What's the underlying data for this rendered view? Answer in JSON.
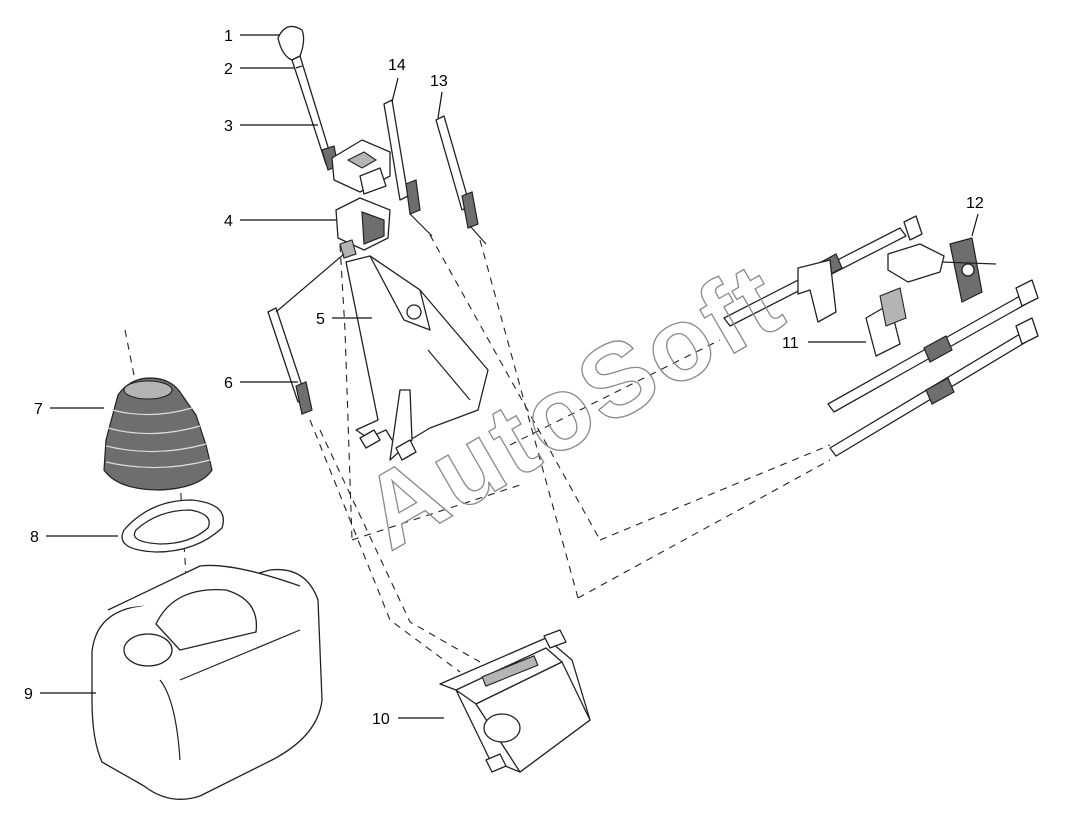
{
  "callouts": [
    {
      "id": "1",
      "label": "1"
    },
    {
      "id": "2",
      "label": "2"
    },
    {
      "id": "3",
      "label": "3"
    },
    {
      "id": "4",
      "label": "4"
    },
    {
      "id": "5",
      "label": "5"
    },
    {
      "id": "6",
      "label": "6"
    },
    {
      "id": "7",
      "label": "7"
    },
    {
      "id": "8",
      "label": "8"
    },
    {
      "id": "9",
      "label": "9"
    },
    {
      "id": "10",
      "label": "10"
    },
    {
      "id": "11",
      "label": "11"
    },
    {
      "id": "12",
      "label": "12"
    },
    {
      "id": "13",
      "label": "13"
    },
    {
      "id": "14",
      "label": "14"
    }
  ],
  "watermark": "AutoSoft"
}
